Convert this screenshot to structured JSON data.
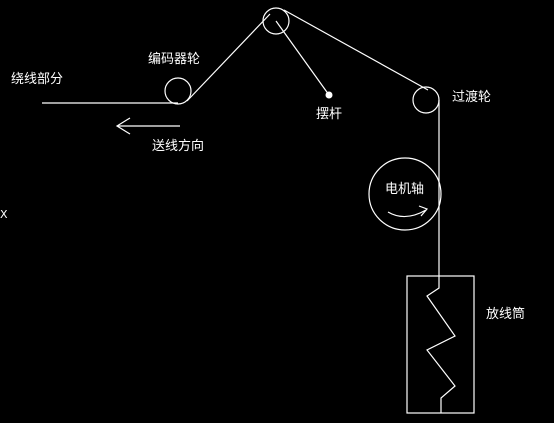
{
  "labels": {
    "winding_section": "绕线部分",
    "encoder_wheel": "编码器轮",
    "feed_direction": "送线方向",
    "swing_arm": "摆杆",
    "transition_wheel": "过渡轮",
    "motor_shaft": "电机轴",
    "pay_off_drum": "放线筒",
    "x_marker": "X"
  },
  "colors": {
    "background": "#000000",
    "line": "#ffffff"
  }
}
